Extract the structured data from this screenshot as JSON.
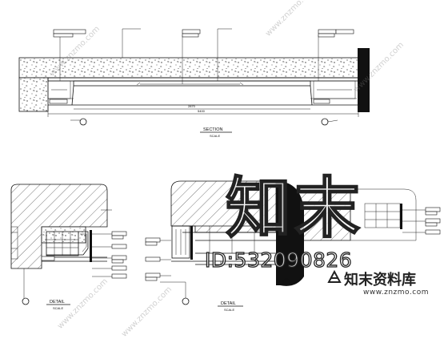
{
  "sheet": {
    "section_title": "SECTION",
    "section_scale": "SCALE",
    "detail_left_title": "DETAIL",
    "detail_left_scale": "SCALE",
    "detail_right_title": "DETAIL",
    "detail_right_scale": "SCALE",
    "dim_overall": "5400",
    "dim_inner": "2870"
  },
  "watermark": {
    "logo_text": "知末",
    "drawing_id": "ID:532090826",
    "brand_name": "知末资料库",
    "brand_url": "www.znzmo.com",
    "diagonal_text": "www.znzmo.com"
  }
}
